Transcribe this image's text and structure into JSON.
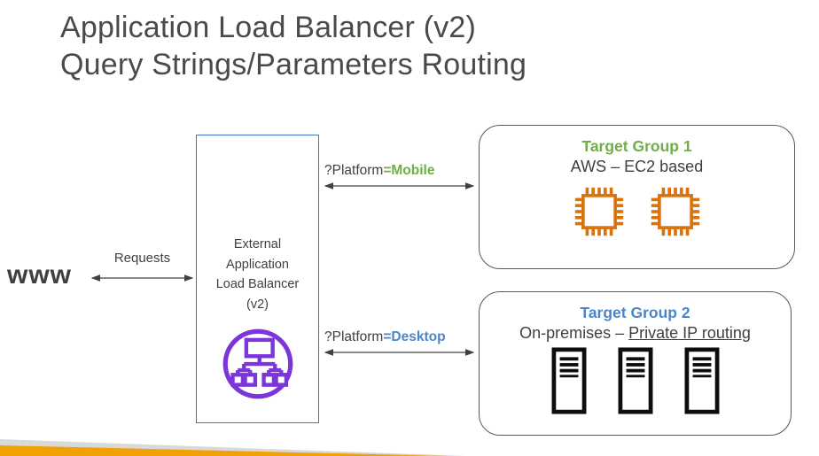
{
  "title": {
    "line1": "Application Load Balancer (v2)",
    "line2": "Query Strings/Parameters Routing"
  },
  "client": {
    "label": "www"
  },
  "requests": {
    "label": "Requests"
  },
  "alb": {
    "lines": [
      "External",
      "Application",
      "Load Balancer",
      "(v2)"
    ],
    "icon": "elastic-load-balancer-icon"
  },
  "routes": [
    {
      "prefix": "?Platform",
      "value": "=Mobile"
    },
    {
      "prefix": "?Platform",
      "value": "=Desktop"
    }
  ],
  "target_groups": [
    {
      "title": "Target Group 1",
      "title_color": "#70AD47",
      "subtitle": "AWS – EC2 based",
      "icon": "ec2-chip-icon",
      "icon_count": 2
    },
    {
      "title": "Target Group 2",
      "title_color": "#4A86C8",
      "subtitle_prefix": "On-premises – ",
      "subtitle_underlined": "Private IP routing",
      "icon": "server-icon",
      "icon_count": 3
    }
  ],
  "colors": {
    "green": "#70AD47",
    "blue": "#4A86C8",
    "chip_orange": "#D9730D",
    "icon_purple": "#7C35D9",
    "alb_border": "#4472C4",
    "box_border": "#595959",
    "arrow": "#404040",
    "stripe_gray": "#D9D9D9",
    "stripe_orange": "#F2A104"
  }
}
